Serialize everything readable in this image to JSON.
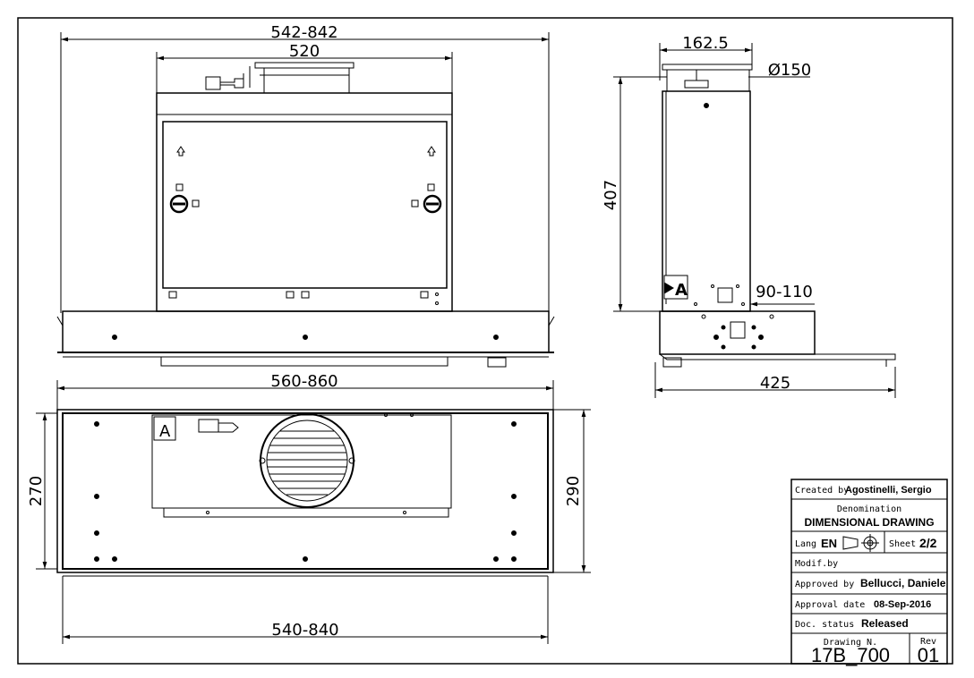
{
  "dimensions": {
    "front_overall_width": "542-842",
    "front_inner_width": "520",
    "front_bottom_width": "560-860",
    "side_depth": "162.5",
    "side_diameter": "Ø150",
    "side_height": "407",
    "side_offset": "90-110",
    "side_total_depth": "425",
    "bottom_depth_left": "270",
    "bottom_depth_right": "290",
    "bottom_width": "540-840"
  },
  "labels": {
    "section_marker": "A"
  },
  "title_block": {
    "created_by_label": "Created by",
    "created_by_value": "Agostinelli, Sergio",
    "denomination_label": "Denomination",
    "denomination_value": "DIMENSIONAL DRAWING",
    "lang_label": "Lang",
    "lang_value": "EN",
    "sheet_label": "Sheet",
    "sheet_value": "2/2",
    "modif_label": "Modif.by",
    "approved_by_label": "Approved by",
    "approved_by_value": "Bellucci, Daniele",
    "approval_date_label": "Approval date",
    "approval_date_value": "08-Sep-2016",
    "doc_status_label": "Doc. status",
    "doc_status_value": "Released",
    "drawing_n_label": "Drawing N.",
    "drawing_n_value": "17B_700",
    "rev_label": "Rev",
    "rev_value": "01"
  }
}
